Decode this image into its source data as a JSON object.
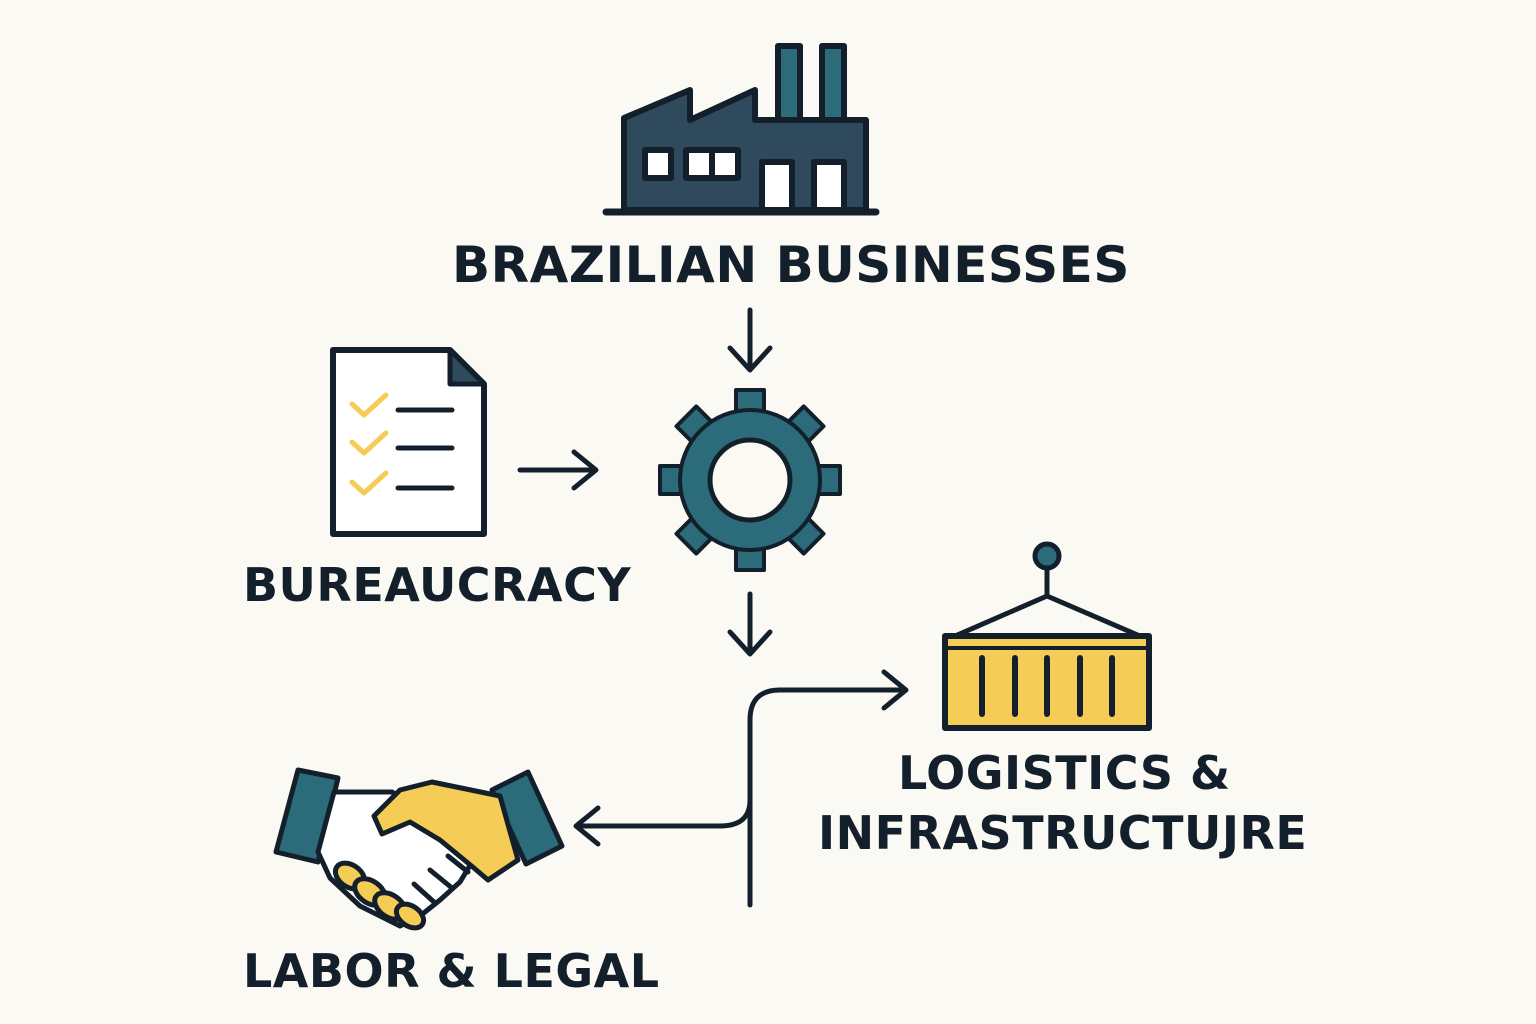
{
  "nodes": {
    "businesses": {
      "label": "BRAZILIAN BUSINESSES",
      "icon": "factory-icon"
    },
    "bureaucracy": {
      "label": "BUREAUCRACY",
      "icon": "checklist-document-icon"
    },
    "process": {
      "icon": "gear-icon"
    },
    "logistics": {
      "label_line1": "LOGISTICS &",
      "label_line2": "INFRASTRUCTUJRE",
      "icon": "shipping-container-icon"
    },
    "labor": {
      "label": "LABOR & LEGAL",
      "icon": "handshake-icon"
    }
  },
  "colors": {
    "background": "#fbf9f3",
    "ink": "#13202c",
    "dark_slate": "#2f4a5c",
    "teal": "#2b6b7a",
    "yellow": "#f5cc55"
  }
}
